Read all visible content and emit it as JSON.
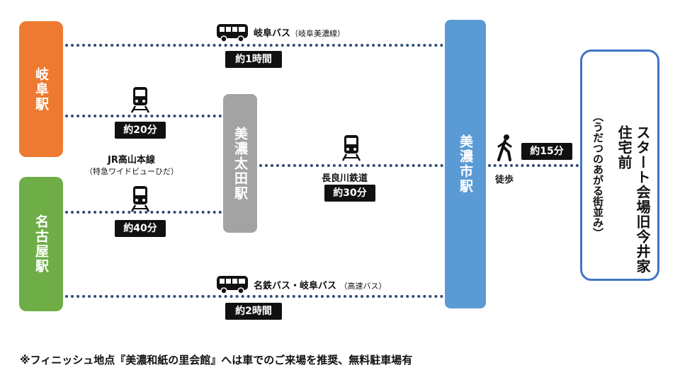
{
  "stations": {
    "gifu": "岐阜駅",
    "nagoya": "名古屋駅",
    "mino_ota": "美濃太田駅",
    "mino": "美濃市駅"
  },
  "goal": {
    "name": "スタート会場旧今井家住宅前",
    "sub": "（うだつのあがる街並み）"
  },
  "routes": {
    "gifu_bus": {
      "label": "岐阜バス",
      "sub": "（岐阜美濃線）",
      "time": "約1時間"
    },
    "gifu_jr": {
      "time": "約20分"
    },
    "jr_line": {
      "label": "JR高山本線",
      "sub": "（特急ワイドビューひだ）"
    },
    "nagoya_jr": {
      "time": "約40分"
    },
    "nagara": {
      "label": "長良川鉄道",
      "time": "約30分"
    },
    "walk": {
      "label": "徒歩",
      "time": "約15分"
    },
    "nagoya_bus": {
      "label": "名鉄バス・岐阜バス",
      "sub": "（高速バス）",
      "time": "約2時間"
    }
  },
  "note": "※フィニッシュ地点『美濃和紙の里会館』へは車でのご来場を推奨、無料駐車場有"
}
